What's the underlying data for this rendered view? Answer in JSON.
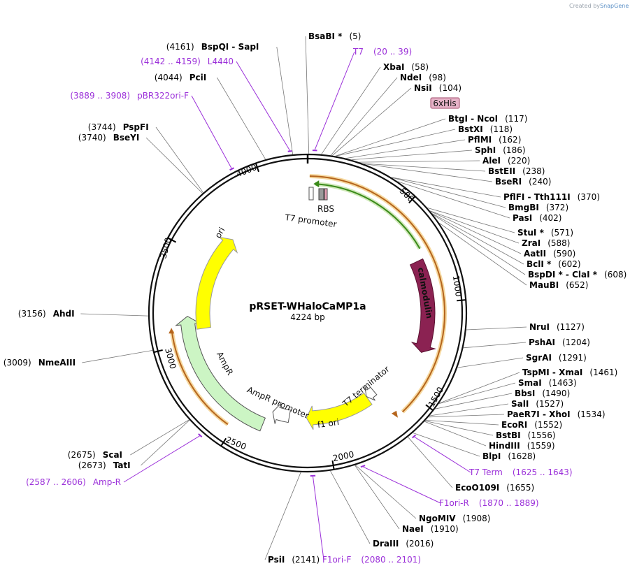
{
  "credit": {
    "prefix": "Created by",
    "brand": "SnapGene"
  },
  "plasmid": {
    "name": "pRSET-WHaloCaMP1a",
    "length": "4224 bp"
  },
  "ticks": [
    "500",
    "1000",
    "1500",
    "2000",
    "2500",
    "3000",
    "3500",
    "4000"
  ],
  "features": {
    "calmodulin": "calmodulin",
    "rbs": "RBS",
    "t7_promoter": "T7 promoter",
    "t7_terminator": "T7 terminator",
    "f1_ori": "f1 ori",
    "ampr_promoter": "AmpR promoter",
    "ampr": "AmpR",
    "ori": "ori",
    "sixhis": "6xHis"
  },
  "sites": [
    {
      "name": "BsaBI *",
      "pos": "(5)"
    },
    {
      "name": "XbaI",
      "pos": "(58)"
    },
    {
      "name": "NdeI",
      "pos": "(98)"
    },
    {
      "name": "NsiI",
      "pos": "(104)"
    },
    {
      "name": "BtgI  - NcoI",
      "pos": "(117)"
    },
    {
      "name": "BstXI",
      "pos": "(118)"
    },
    {
      "name": "PflMI",
      "pos": "(162)"
    },
    {
      "name": "SphI",
      "pos": "(186)"
    },
    {
      "name": "AleI",
      "pos": "(220)"
    },
    {
      "name": "BstEII",
      "pos": "(238)"
    },
    {
      "name": "BseRI",
      "pos": "(240)"
    },
    {
      "name": "PflFI  - Tth111I",
      "pos": "(370)"
    },
    {
      "name": "BmgBI",
      "pos": "(372)"
    },
    {
      "name": "PasI",
      "pos": "(402)"
    },
    {
      "name": "StuI *",
      "pos": "(571)"
    },
    {
      "name": "ZraI",
      "pos": "(588)"
    },
    {
      "name": "AatII",
      "pos": "(590)"
    },
    {
      "name": "BclI *",
      "pos": "(602)"
    },
    {
      "name": "BspDI *  - ClaI *",
      "pos": "(608)"
    },
    {
      "name": "MauBI",
      "pos": "(652)"
    },
    {
      "name": "NruI",
      "pos": "(1127)"
    },
    {
      "name": "PshAI",
      "pos": "(1204)"
    },
    {
      "name": "SgrAI",
      "pos": "(1291)"
    },
    {
      "name": "TspMI  - XmaI",
      "pos": "(1461)"
    },
    {
      "name": "SmaI",
      "pos": "(1463)"
    },
    {
      "name": "BbsI",
      "pos": "(1490)"
    },
    {
      "name": "SalI",
      "pos": "(1527)"
    },
    {
      "name": "PaeR7I  - XhoI",
      "pos": "(1534)"
    },
    {
      "name": "EcoRI",
      "pos": "(1552)"
    },
    {
      "name": "BstBI",
      "pos": "(1556)"
    },
    {
      "name": "HindIII",
      "pos": "(1559)"
    },
    {
      "name": "BlpI",
      "pos": "(1628)"
    },
    {
      "name": "EcoO109I",
      "pos": "(1655)"
    },
    {
      "name": "NgoMIV",
      "pos": "(1908)"
    },
    {
      "name": "NaeI",
      "pos": "(1910)"
    },
    {
      "name": "DraIII",
      "pos": "(2016)"
    },
    {
      "name": "PsiI",
      "pos": "(2141)"
    },
    {
      "name": "TatI",
      "pos": "(2673)"
    },
    {
      "name": "ScaI",
      "pos": "(2675)"
    },
    {
      "name": "NmeAIII",
      "pos": "(3009)"
    },
    {
      "name": "AhdI",
      "pos": "(3156)"
    },
    {
      "name": "BseYI",
      "pos": "(3740)"
    },
    {
      "name": "PspFI",
      "pos": "(3744)"
    },
    {
      "name": "PciI",
      "pos": "(4044)"
    },
    {
      "name": "BspQI  - SapI",
      "pos": "(4161)"
    }
  ],
  "primers": [
    {
      "name": "T7",
      "range": "(20 .. 39)"
    },
    {
      "name": "L4440",
      "range": "(4142 .. 4159)"
    },
    {
      "name": "pBR322ori-F",
      "range": "(3889 .. 3908)"
    },
    {
      "name": "T7 Term",
      "range": "(1625 .. 1643)"
    },
    {
      "name": "F1ori-R",
      "range": "(1870 .. 1889)"
    },
    {
      "name": "F1ori-F",
      "range": "(2080 .. 2101)"
    },
    {
      "name": "Amp-R",
      "range": "(2587 .. 2606)"
    }
  ],
  "colors": {
    "calmodulin": "#8b2252",
    "green_arrow": "#3a8a1a",
    "orange_arc": "#e8a33a",
    "ori_yellow": "#ffff00",
    "ampr_green": "#ccf5c4",
    "primer_purple": "#9b30d9",
    "sixhis_fill": "#e6b3c8"
  }
}
